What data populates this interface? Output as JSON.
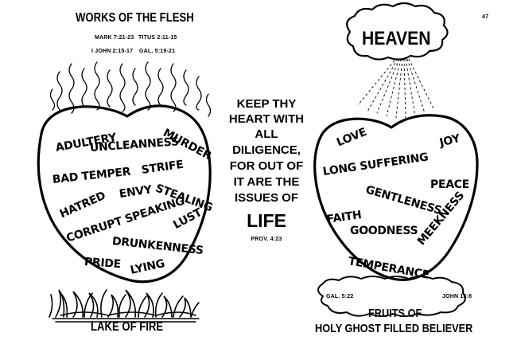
{
  "page_number": "47",
  "left": {
    "title": "WORKS OF THE FLESH",
    "refs": [
      "MARK 7:21-23",
      "TITUS 2:11-15",
      "I JOHN 2:15-17",
      "GAL. 5:19-21"
    ],
    "heart_words": [
      "ADULTERY",
      "UNCLEANNESS",
      "MURDER",
      "BAD TEMPER",
      "STRIFE",
      "HATRED",
      "ENVY",
      "STEALING",
      "CORRUPT SPEAKING",
      "LUST",
      "DRUNKENNESS",
      "PRIDE",
      "LYING"
    ],
    "bottom_label": "LAKE OF FIRE"
  },
  "center": {
    "lines": [
      "KEEP THY",
      "HEART WITH",
      "ALL",
      "DILIGENCE,",
      "FOR OUT OF",
      "IT ARE THE",
      "ISSUES OF"
    ],
    "emphasis": "LIFE",
    "ref": "PROV. 4:23"
  },
  "right": {
    "cloud_label": "HEAVEN",
    "heart_words": [
      "LOVE",
      "JOY",
      "LONG SUFFERING",
      "PEACE",
      "GENTLENESS",
      "FAITH",
      "GOODNESS",
      "MEEKNESS",
      "TEMPERANCE"
    ],
    "cloud_refs": [
      "GAL. 5:22",
      "JOHN 15:8"
    ],
    "bottom_lines": [
      "FRUITS OF",
      "HOLY GHOST FILLED BELIEVER"
    ]
  }
}
